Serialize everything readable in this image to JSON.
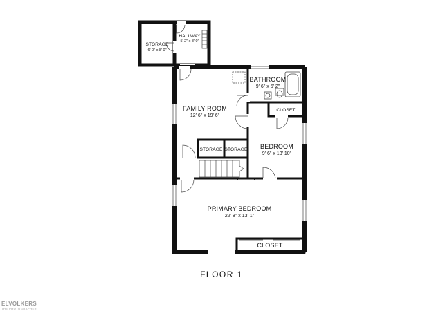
{
  "rooms": {
    "storage_top": {
      "name": "STORAGE",
      "dims": "6' 0\" x 8' 0\""
    },
    "hallway": {
      "name": "HALLWAY",
      "dims": "5' 2\" x 8' 0\""
    },
    "bathroom": {
      "name": "BATHROOM",
      "dims": "9' 6\" x 5' 2\""
    },
    "closet_small": {
      "name": "CLOSET"
    },
    "family_room": {
      "name": "FAMILY ROOM",
      "dims": "12' 6\" x 19' 6\""
    },
    "storage_a": {
      "name": "STORAGE"
    },
    "storage_b": {
      "name": "STORAGE"
    },
    "bedroom": {
      "name": "BEDROOM",
      "dims": "9' 6\" x 13' 10\""
    },
    "primary_bedroom": {
      "name": "PRIMARY BEDROOM",
      "dims": "22' 8\" x 13' 1\""
    },
    "closet_primary": {
      "name": "CLOSET"
    }
  },
  "floor_label": "FLOOR 1",
  "logo": {
    "brand": "ELVOLKERS",
    "sub": "THE PHOTOGRAPHER"
  },
  "colors": {
    "wall": "#111111",
    "line": "#444444",
    "background": "#ffffff",
    "logo": "#9a9a9a"
  }
}
